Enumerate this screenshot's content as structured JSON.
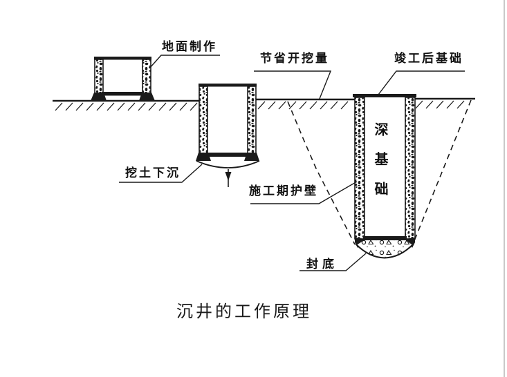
{
  "diagram": {
    "caption": "沉井的工作原理",
    "labels": {
      "ground_fabrication": "地面制作",
      "saved_excavation": "节省开挖量",
      "completed_foundation": "竣工后基础",
      "excavate_and_sink": "挖土下沉",
      "construction_period_wall": "施工期护壁",
      "bottom_seal": "封底",
      "deep_foundation": "深基础"
    },
    "colors": {
      "ink": "#1a1a1a",
      "paper": "#ffffff",
      "page_border": "#c9c9c9"
    }
  }
}
